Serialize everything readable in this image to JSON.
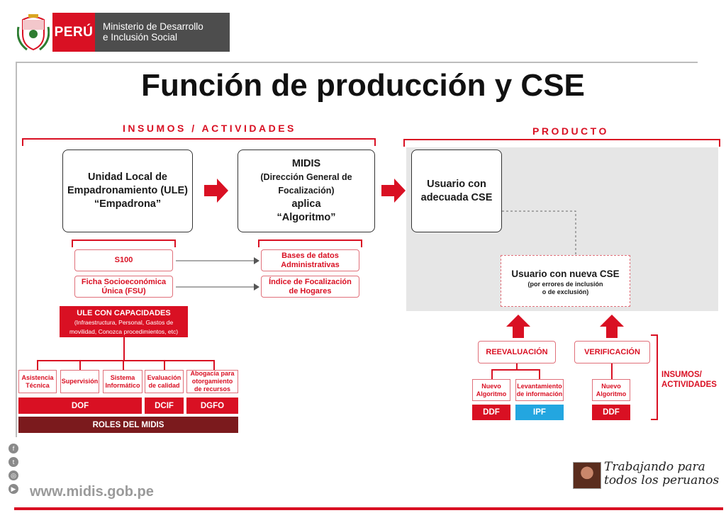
{
  "header": {
    "brand_peru": "PERÚ",
    "ministry_line1": "Ministerio de Desarrollo",
    "ministry_line2": "e Inclusión Social"
  },
  "title": "Función de producción y CSE",
  "sections": {
    "insumos": "INSUMOS / ACTIVIDADES",
    "producto": "PRODUCTO"
  },
  "boxes": {
    "ule": {
      "l1": "Unidad Local de",
      "l2": "Empadronamiento (ULE)",
      "l3": "“Empadrona”"
    },
    "midis": {
      "l1": "MIDIS",
      "l2": "(Dirección General de Focalización)",
      "l3": "aplica",
      "l4": "“Algoritmo”"
    },
    "usuario": {
      "l1": "Usuario con",
      "l2": "adecuada CSE"
    },
    "nueva": {
      "l1": "Usuario con nueva CSE",
      "l2": "(por errores de inclusión",
      "l3": "o de exclusión)"
    }
  },
  "left_inputs": {
    "s100": "S100",
    "fsu_l1": "Ficha Socioeconómica",
    "fsu_l2": "Única (FSU)"
  },
  "right_inputs": {
    "bases_l1": "Bases de datos",
    "bases_l2": "Administrativas",
    "indice_l1": "Índice de Focalización",
    "indice_l2": "de Hogares"
  },
  "ule_capacidades": {
    "title": "ULE CON CAPACIDADES",
    "desc_l1": "(Infraestructura, Personal, Gastos de",
    "desc_l2": "movilidad, Conozca procedimientos, etc)"
  },
  "activities": {
    "asistencia_l1": "Asistencia",
    "asistencia_l2": "Técnica",
    "supervision": "Supervisión",
    "sistema_l1": "Sistema",
    "sistema_l2": "Informático",
    "evaluacion_l1": "Evaluación",
    "evaluacion_l2": "de calidad",
    "abogacia_l1": "Abogacía para",
    "abogacia_l2": "otorgamiento",
    "abogacia_l3": "de recursos"
  },
  "bars": {
    "dof": "DOF",
    "dcif": "DCIF",
    "dgfo": "DGFO",
    "roles": "ROLES DEL MIDIS"
  },
  "product_tree": {
    "reevaluacion": "REEVALUACIÓN",
    "verificacion": "VERIFICACIÓN",
    "nuevo_alg_l1": "Nuevo",
    "nuevo_alg_l2": "Algoritmo",
    "levant_l1": "Levantamiento",
    "levant_l2": "de información",
    "nuevo_alg2_l1": "Nuevo",
    "nuevo_alg2_l2": "Algoritmo",
    "ddf1": "DDF",
    "ipf": "IPF",
    "ddf2": "DDF",
    "insumos_l1": "INSUMOS/",
    "insumos_l2": "ACTIVIDADES"
  },
  "footer": {
    "url": "www.midis.gob.pe",
    "slogan_l1": "Trabajando para",
    "slogan_l2": "todos los peruanos"
  },
  "social_icons": [
    "facebook-icon",
    "twitter-icon",
    "instagram-icon",
    "youtube-icon"
  ],
  "colors": {
    "accent_red": "#d91023",
    "dark_red": "#7b1a1d",
    "blue": "#23a6e0",
    "panel_grey": "#e6e6e6"
  }
}
